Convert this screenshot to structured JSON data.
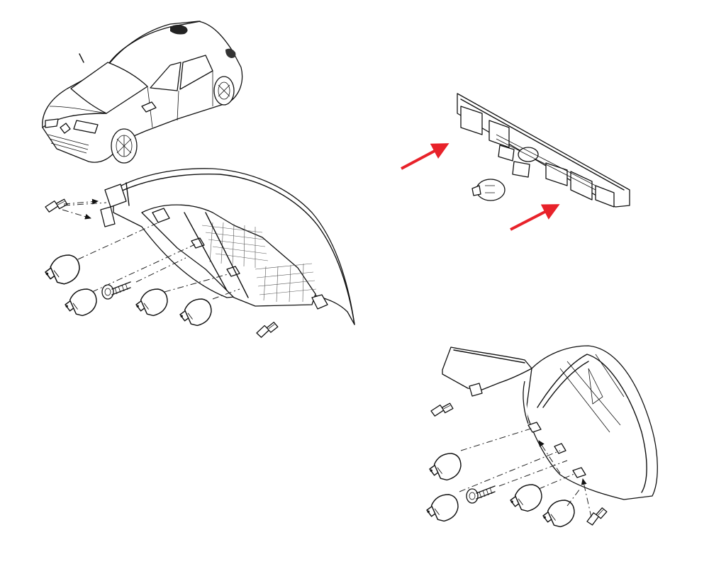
{
  "figure": {
    "description_text": "",
    "colors": {
      "line": "#111111",
      "arrow_red": "#e8222a",
      "background": "#ffffff"
    },
    "components": [
      {
        "name": "car-overview",
        "kind": "vehicle illustration"
      },
      {
        "name": "rear-lamp-left",
        "kind": "exploded lamp assembly"
      },
      {
        "name": "third-brake-light",
        "kind": "high-mounted stop lamp"
      },
      {
        "name": "rear-lamp-right",
        "kind": "exploded lamp assembly"
      }
    ],
    "arrows": {
      "red_count": 2,
      "black_dashed_count": 4
    }
  }
}
